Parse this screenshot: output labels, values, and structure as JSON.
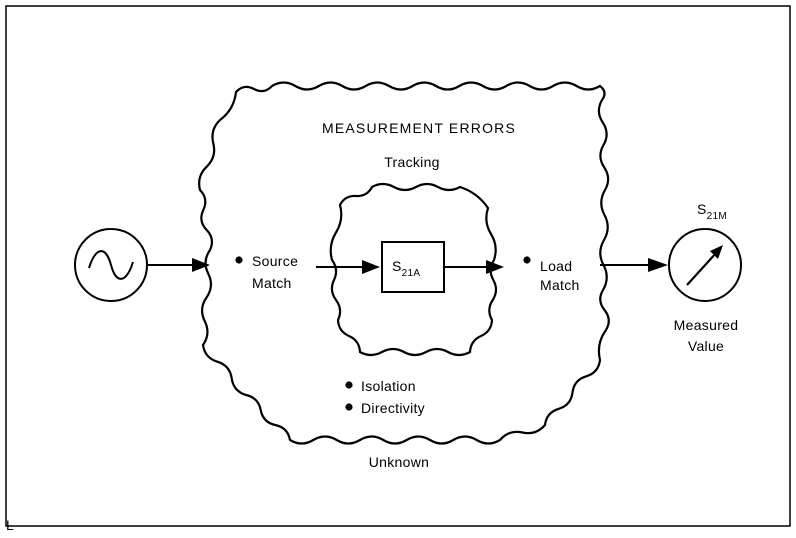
{
  "diagram": {
    "title": "MEASUREMENT ERRORS",
    "tracking_label": "Tracking",
    "source_match": [
      "Source",
      "Match"
    ],
    "load_match": [
      "Load",
      "Match"
    ],
    "device": {
      "symbol": "S",
      "subscript": "21A"
    },
    "meter": {
      "symbol": "S",
      "subscript": "21M"
    },
    "measured_value": [
      "Measured",
      "Value"
    ],
    "bullets": [
      "Isolation",
      "Directivity"
    ],
    "unknown_label": "Unknown",
    "corner_mark": "L"
  }
}
